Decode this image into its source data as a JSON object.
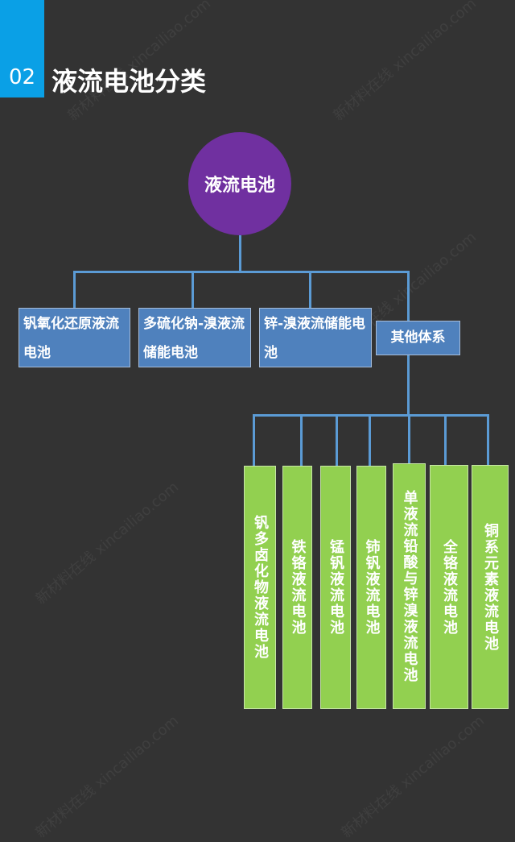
{
  "header": {
    "number": "02",
    "title": "液流电池分类"
  },
  "watermark": "新材料在线 xincailiao.com",
  "root": "液流电池",
  "level1": [
    "钒氧化还原液流电池",
    "多硫化钠-溴液流储能电池",
    "锌-溴液流储能电池",
    "其他体系"
  ],
  "others": [
    "钒多卤化物液流电池",
    "铁铬液流电池",
    "锰钒液流电池",
    "铈钒液流电池",
    "单液流铅酸与锌溴液流电池",
    "全铬液流电池",
    "铜系元素液流电池"
  ],
  "colors": {
    "accent": "#0aa0e6",
    "root": "#7030a0",
    "level1": "#4f81bd",
    "level2": "#92d050",
    "line": "#5b9bd5",
    "background": "#333333"
  }
}
